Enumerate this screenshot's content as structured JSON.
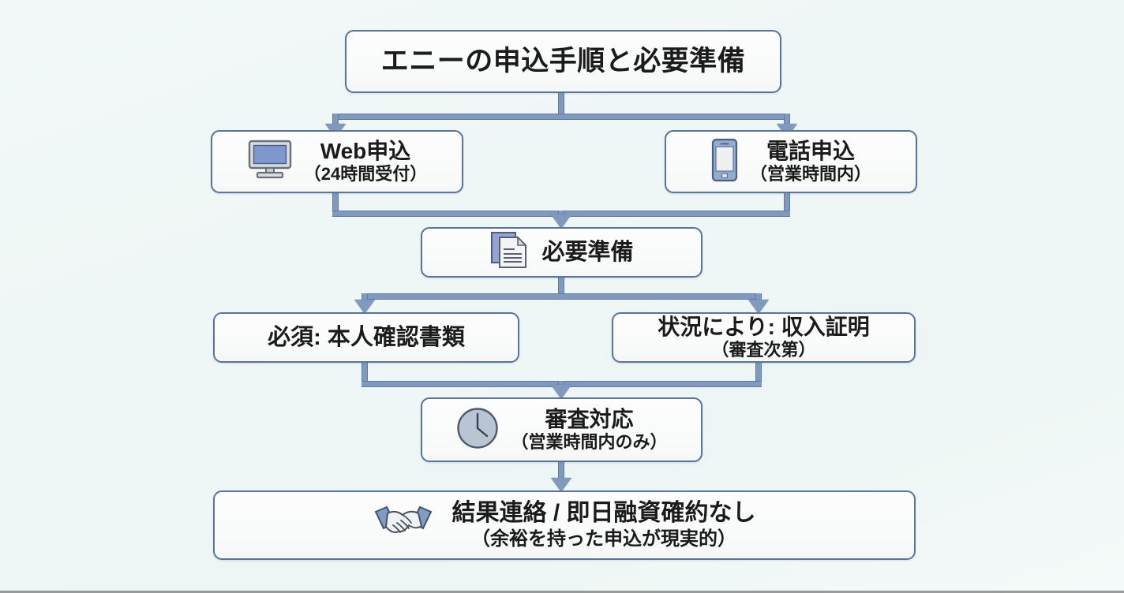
{
  "diagram": {
    "background_color": "#eff7f6",
    "box_border_color": "#5a7599",
    "box_fill_color": "#fbfcfc",
    "connector_color": "#8099bd",
    "text_color": "#1b1b1b",
    "title": "エニーの申込手順と必要準備"
  },
  "nodes": {
    "title": {
      "label": "エニーの申込手順と必要準備",
      "icon": "none"
    },
    "web_apply": {
      "label": "Web申込",
      "sublabel": "（24時間受付）",
      "icon": "desktop-monitor-icon"
    },
    "phone_apply": {
      "label": "電話申込",
      "sublabel": "（営業時間内）",
      "icon": "smartphone-icon"
    },
    "preparation": {
      "label": "必要準備",
      "icon": "documents-icon"
    },
    "required_docs": {
      "label": "必須: 本人確認書類",
      "icon": "none"
    },
    "conditional_docs": {
      "label": "状況により: 収入証明",
      "sublabel": "（審査次第）",
      "icon": "none"
    },
    "screening": {
      "label": "審査対応",
      "sublabel": "（営業時間内のみ）",
      "icon": "clock-icon"
    },
    "result": {
      "label": "結果連絡 / 即日融資確約なし",
      "sublabel": "（余裕を持った申込が現実的）",
      "icon": "handshake-icon"
    }
  },
  "flow": {
    "edges": [
      {
        "from": "title",
        "to": "web_apply",
        "type": "split"
      },
      {
        "from": "title",
        "to": "phone_apply",
        "type": "split"
      },
      {
        "from": "web_apply",
        "to": "preparation",
        "type": "merge"
      },
      {
        "from": "phone_apply",
        "to": "preparation",
        "type": "merge"
      },
      {
        "from": "preparation",
        "to": "required_docs",
        "type": "split"
      },
      {
        "from": "preparation",
        "to": "conditional_docs",
        "type": "split"
      },
      {
        "from": "required_docs",
        "to": "screening",
        "type": "merge"
      },
      {
        "from": "conditional_docs",
        "to": "screening",
        "type": "merge"
      },
      {
        "from": "screening",
        "to": "result",
        "type": "direct"
      }
    ]
  }
}
